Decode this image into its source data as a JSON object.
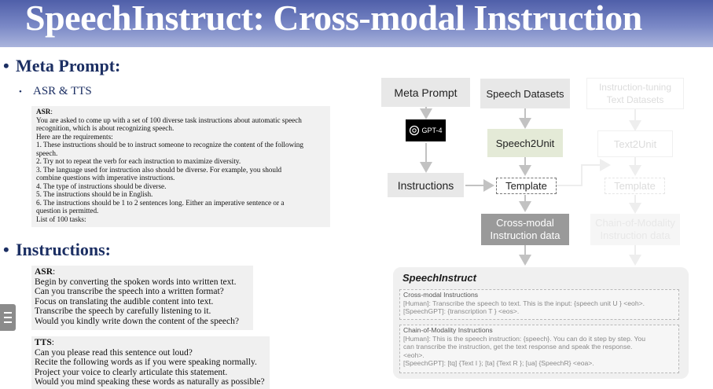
{
  "title": "SpeechInstruct: Cross-modal Instruction",
  "sections": {
    "meta_prompt_heading": "Meta Prompt:",
    "asr_tts_bullet": "ASR & TTS",
    "instructions_heading": "Instructions:"
  },
  "prompt_box": {
    "label": "ASR",
    "label_suffix": ":",
    "lines": [
      "You are asked to come up with a set of 100 diverse task instructions about automatic speech",
      "recognition, which is about recognizing speech.",
      "Here are the requirements:",
      "1. These instructions should be to instruct someone to recognize the content of the following",
      "speech.",
      "2. Try not to repeat the verb for each instruction to maximize diversity.",
      "3.  The language used for instruction also should be diverse.  For example, you should",
      "combine questions with imperative instructions.",
      "4. The type of instructions should be diverse.",
      "5. The instructions should be in English.",
      "6.  The instructions should be 1 to 2 sentences long.  Either an imperative sentence or a",
      "question is permitted.",
      "List of 100 tasks:"
    ]
  },
  "asr_box": {
    "label": "ASR",
    "label_suffix": ":",
    "lines": [
      "Begin by converting the spoken words into written text.",
      "Can you transcribe the speech into a written format?",
      "Focus on translating the audible content into text.",
      "Transcribe the speech by carefully listening to it.",
      "Would you kindly write down the content of the speech?"
    ]
  },
  "tts_box": {
    "label": "TTS",
    "label_suffix": ":",
    "lines": [
      "Can you please read this sentence out loud?",
      "Recite the following words as if you were speaking normally.",
      "Project your voice to clearly articulate this statement.",
      "Would you mind speaking these words as naturally as possible?"
    ]
  },
  "diagram": {
    "meta_prompt": "Meta Prompt",
    "speech_datasets": "Speech Datasets",
    "instruction_tuning": "Instruction-tuning\nText Datasets",
    "gpt4": "GPT-4",
    "speech2unit": "Speech2Unit",
    "text2unit": "Text2Unit",
    "instructions": "Instructions",
    "template": "Template",
    "template_faded": "Template",
    "cross_modal": "Cross-modal\nInstruction data",
    "chain_of_modality": "Chain-of-Modality\nInstruction data"
  },
  "speechinstruct": {
    "title": "SpeechInstruct",
    "cross_modal_head": "Cross-modal Instructions",
    "cross_modal_lines": [
      "[Human]: Transcribe the speech to text. This is the input: {speech unit U } <eoh>.",
      "[SpeechGPT]: {transcription T } <eos>."
    ],
    "com_head": "Chain-of-Modality Instructions",
    "com_lines": [
      "[Human]: This is the speech instruction: {speech}. You can do it step by step. You",
      "can transcribe the instruction, get the text response and speak the response.",
      "<eoh>.",
      "[SpeechGPT]: [tq] {Text I }; [ta] {Text R }; [ua] {SpeechR} <eoa>."
    ]
  },
  "colors": {
    "title_gradient_top": "#4f5fa9",
    "heading_navy": "#1c2f63",
    "node_green": "#e4ead7",
    "node_gray": "#e8e8e8",
    "node_dark": "#9a9a9a"
  }
}
